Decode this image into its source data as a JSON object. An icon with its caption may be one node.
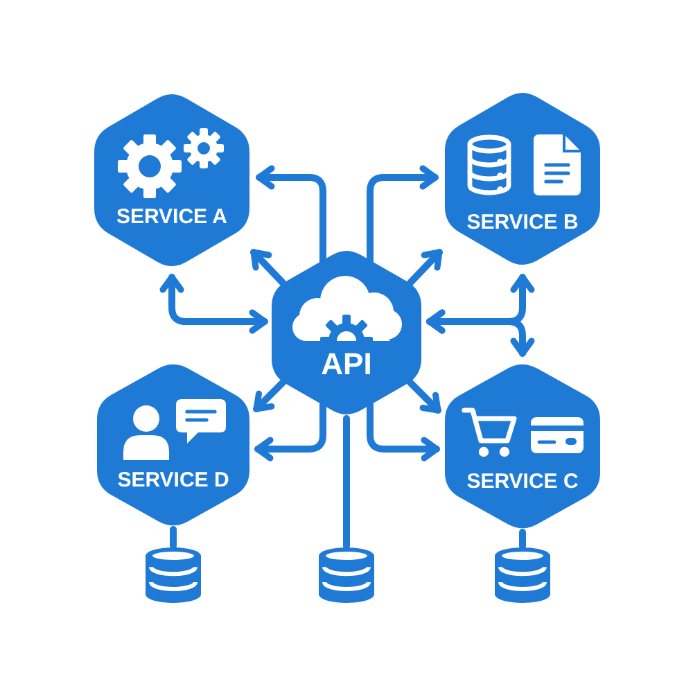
{
  "diagram": {
    "nodes": [
      {
        "text": [
          "SERVICE A"
        ]
      },
      {
        "text": [
          "SERVICE B"
        ]
      },
      {
        "text": [
          "API"
        ]
      },
      {
        "text": [
          "SERVICE D"
        ]
      },
      {
        "text": [
          "SERVICE C"
        ]
      },
      {
        "text": [],
        "shape": "cylinder"
      },
      {
        "text": [],
        "shape": "cylinder"
      },
      {
        "text": [],
        "shape": "cylinder"
      }
    ],
    "edges": [
      {
        "from": 2,
        "to": 0,
        "arrow": "to"
      },
      {
        "from": 2,
        "to": 0,
        "arrow": "to"
      },
      {
        "from": 0,
        "to": 2,
        "arrow": "both"
      },
      {
        "from": 2,
        "to": 1,
        "arrow": "to"
      },
      {
        "from": 2,
        "to": 1,
        "arrow": "to"
      },
      {
        "from": 2,
        "to": 1,
        "arrow": "both"
      },
      {
        "from": 2,
        "to": 4,
        "arrow": "both"
      },
      {
        "from": 2,
        "to": 3,
        "arrow": "to"
      },
      {
        "from": 2,
        "to": 3,
        "arrow": "to"
      },
      {
        "from": 2,
        "to": 6,
        "arrow": "none"
      },
      {
        "from": 2,
        "to": 4,
        "arrow": "to"
      },
      {
        "from": 2,
        "to": 4,
        "arrow": "to"
      },
      {
        "from": 3,
        "to": 5,
        "arrow": "none"
      },
      {
        "from": 4,
        "to": 7,
        "arrow": "none"
      }
    ]
  }
}
